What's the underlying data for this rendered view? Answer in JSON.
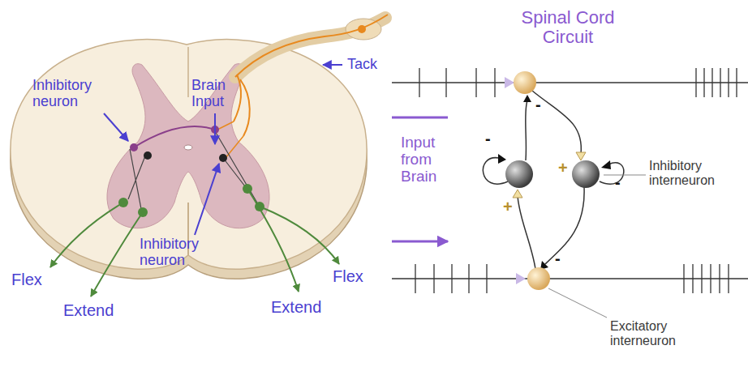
{
  "diagram": {
    "title": "Spinal Cord Circuit",
    "labels": [
      "Tack",
      "Brain Input",
      "Inhibitory neuron",
      "Inhibitory neuron",
      "Flex",
      "Flex",
      "Extend",
      "Extend",
      "Input from Brain",
      "Inhibitory interneuron",
      "Excitatory interneuron",
      "-",
      "-",
      "+",
      "-",
      "+",
      "-"
    ]
  }
}
